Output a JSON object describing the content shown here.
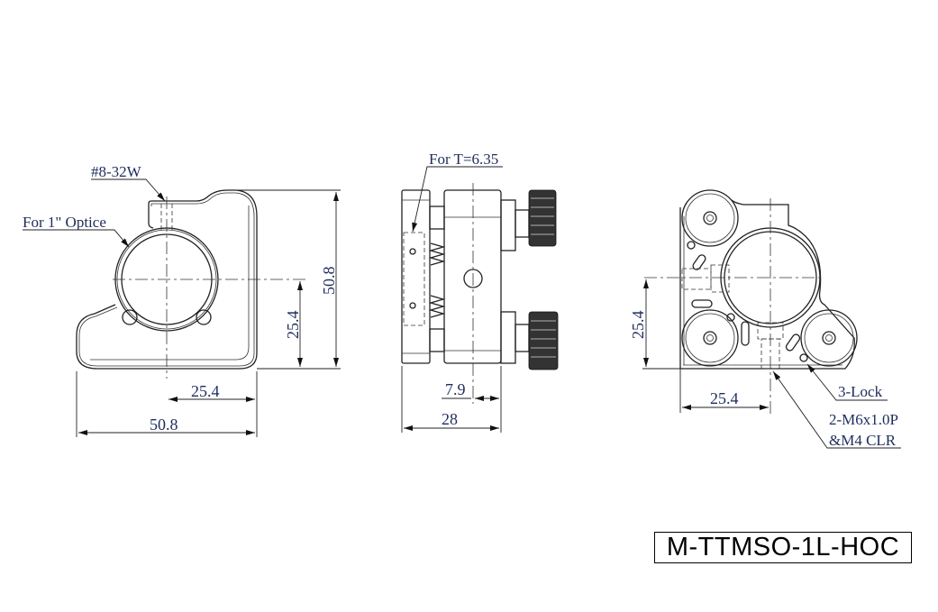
{
  "front_view": {
    "thread_label": "#8-32W",
    "optic_label": "For 1\" Optice",
    "dim_height": "50.8",
    "dim_center_height": "25.4",
    "dim_center_width": "25.4",
    "dim_width": "50.8"
  },
  "side_view": {
    "thickness_label": "For T=6.35",
    "dim_offset": "7.9",
    "dim_depth": "28"
  },
  "rear_view": {
    "dim_center_height": "25.4",
    "dim_center_width": "25.4",
    "lock_label": "3-Lock",
    "mount_label_line1": "2-M6x1.0P",
    "mount_label_line2": "&M4 CLR"
  },
  "title_block": {
    "part_number": "M-TTMSO-1L-HOC"
  }
}
